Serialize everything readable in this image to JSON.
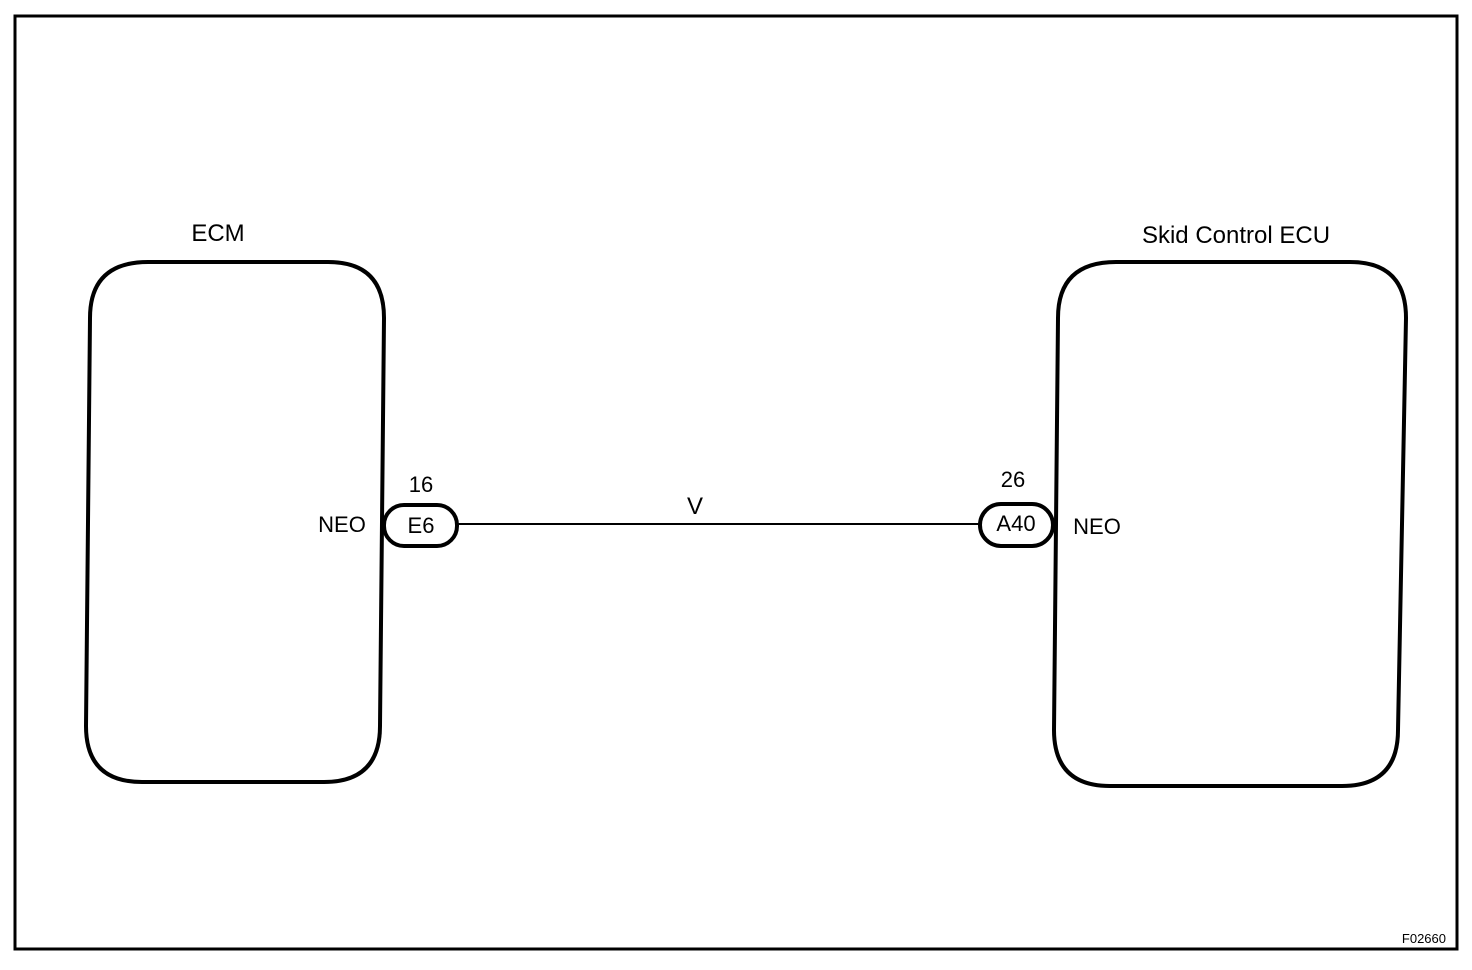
{
  "diagram": {
    "left_component": {
      "name": "ECM",
      "terminal_name": "NEO",
      "connector": "E6",
      "pin": "16"
    },
    "right_component": {
      "name": "Skid Control ECU",
      "terminal_name": "NEO",
      "connector": "A40",
      "pin": "26"
    },
    "wire": {
      "color_code": "V"
    },
    "figure_id": "F02660"
  },
  "colors": {
    "line": "#000000",
    "background": "#ffffff"
  }
}
